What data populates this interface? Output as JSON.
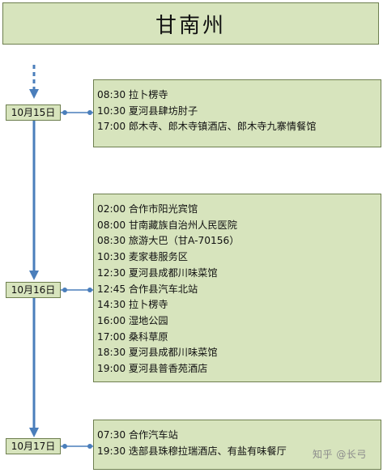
{
  "title": "甘南州",
  "days": [
    {
      "date": "10月15日",
      "events": [
        {
          "time": "08:30",
          "place": "拉卜楞寺"
        },
        {
          "time": "10:30",
          "place": "夏河县肆坊肘子"
        },
        {
          "time": "17:00",
          "place": "郎木寺、郎木寺镇酒店、郎木寺九寨情餐馆"
        }
      ]
    },
    {
      "date": "10月16日",
      "events": [
        {
          "time": "02:00",
          "place": "合作市阳光宾馆"
        },
        {
          "time": "08:00",
          "place": "甘南藏族自治州人民医院"
        },
        {
          "time": "08:30",
          "place": "旅游大巴（甘A-70156）"
        },
        {
          "time": "10:30",
          "place": "麦家巷服务区"
        },
        {
          "time": "12:30",
          "place": "夏河县成都川味菜馆"
        },
        {
          "time": "12:45",
          "place": "合作县汽车北站"
        },
        {
          "time": "14:30",
          "place": "拉卜楞寺"
        },
        {
          "time": "16:00",
          "place": "湿地公园"
        },
        {
          "time": "17:00",
          "place": "桑科草原"
        },
        {
          "time": "18:30",
          "place": "夏河县成都川味菜馆"
        },
        {
          "time": "19:00",
          "place": "夏河县普香苑酒店"
        }
      ]
    },
    {
      "date": "10月17日",
      "events": [
        {
          "time": "07:30",
          "place": "合作汽车站"
        },
        {
          "time": "19:30",
          "place": "迭部县珠穆拉瑞酒店、有盐有味餐厅"
        }
      ]
    }
  ],
  "watermark": "知乎 @长弓",
  "colors": {
    "box_fill": "#d7e4bd",
    "box_border": "#6e7f4f",
    "connector": "#4a7ebb"
  }
}
